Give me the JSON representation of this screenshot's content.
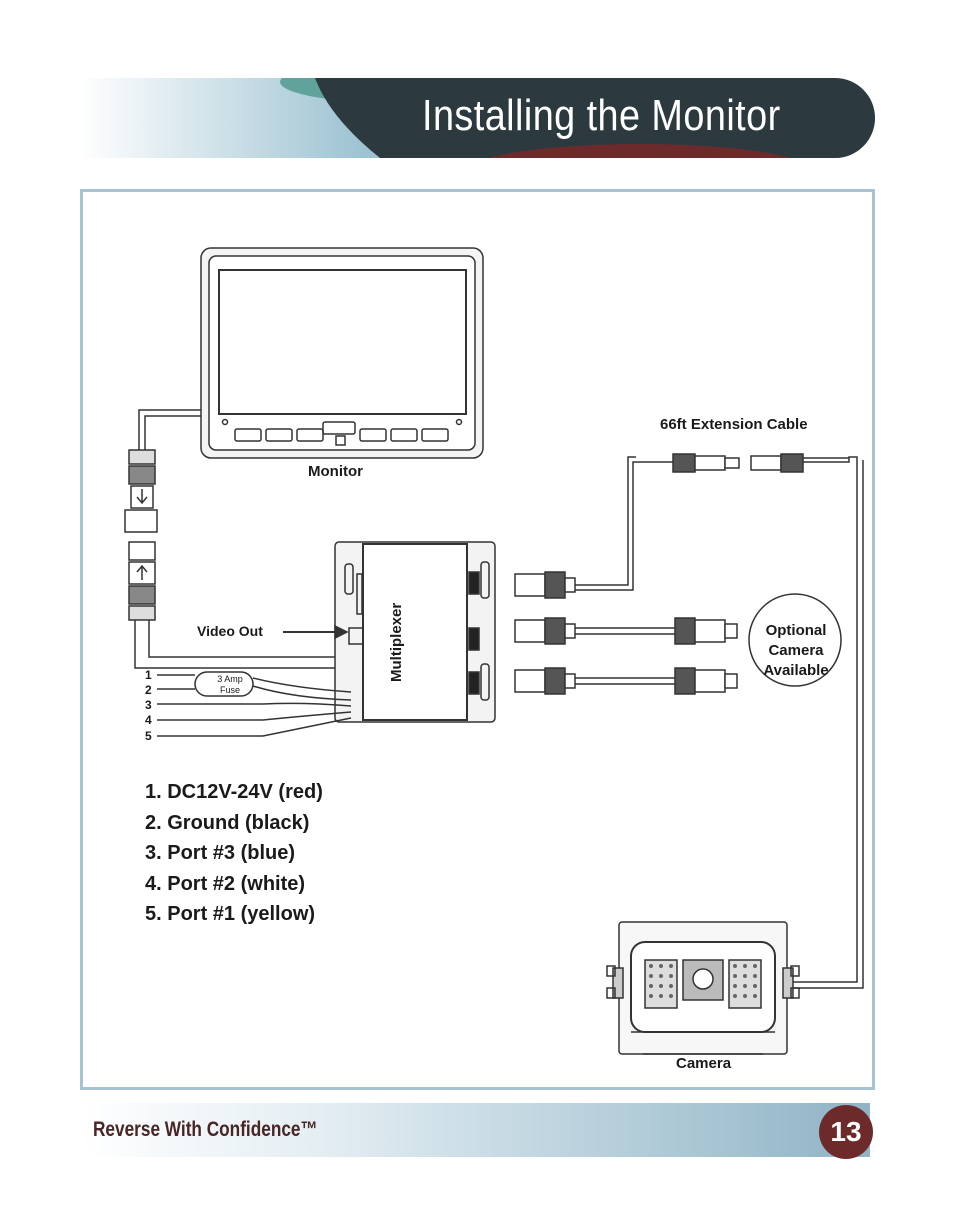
{
  "header": {
    "title": "Installing the Monitor"
  },
  "diagram": {
    "labels": {
      "monitor": "Monitor",
      "extension_cable": "66ft Extension Cable",
      "video_out": "Video Out",
      "multiplexer": "Multiplexer",
      "fuse_line1": "3 Amp",
      "fuse_line2": "Fuse",
      "optional_line1": "Optional",
      "optional_line2": "Camera",
      "optional_line3": "Available",
      "camera": "Camera"
    },
    "wire_numbers": [
      "1",
      "2",
      "3",
      "4",
      "5"
    ],
    "legend": [
      "1. DC12V-24V (red)",
      "2. Ground (black)",
      "3. Port #3 (blue)",
      "4. Port #2 (white)",
      "5. Port #1 (yellow)"
    ]
  },
  "footer": {
    "tagline": "Reverse With Confidence™",
    "page_number": "13"
  },
  "colors": {
    "accent": "#6d2a2a",
    "frame": "#a7c3d3",
    "header_dark": "#2c3a3f",
    "header_teal": "#5fa39c"
  }
}
